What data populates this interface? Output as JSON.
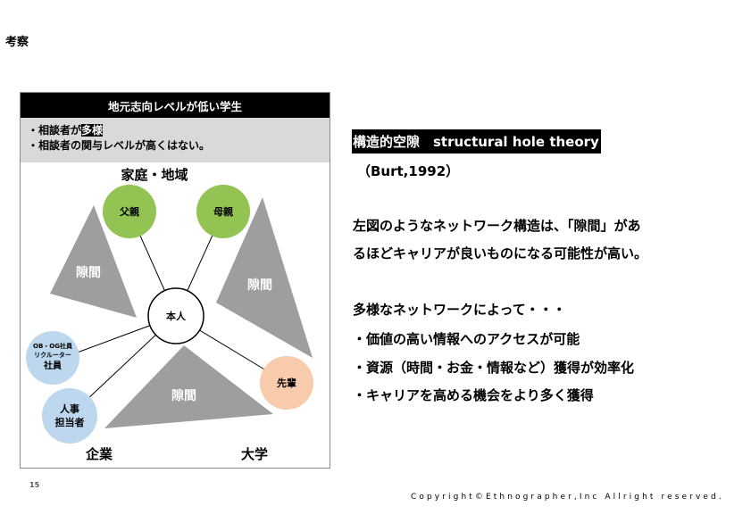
{
  "page": {
    "title": "考察",
    "page_number": "15",
    "copyright": "Copyright©Ethnographer,Inc Allright reserved."
  },
  "diagram": {
    "header": "地元志向レベルが低い学生",
    "bullet1_prefix": "・相談者が",
    "bullet1_highlight": "多様",
    "bullet2": "・相談者の関与レベルが高くはない。",
    "center": "本人",
    "region_family": "家庭・地域",
    "region_company": "企業",
    "region_university": "大学",
    "gap_label": "隙間",
    "nodes": {
      "father": "父親",
      "mother": "母親",
      "senpai": "先輩",
      "recruiter_line1": "OB・OG社員",
      "recruiter_line2": "リクルーター",
      "recruiter_line3": "社員",
      "hr_line1": "人事",
      "hr_line2": "担当者"
    },
    "colors": {
      "green": "#92c353",
      "blue": "#bdd7ee",
      "peach": "#f8cbad",
      "gap_gray": "#9e9e9e"
    }
  },
  "right": {
    "heading": "構造的空隙　structural hole theory",
    "citation": "（Burt,1992）",
    "para1_line1": "左図のようなネットワーク構造は、「隙間」があ",
    "para1_line2": "るほどキャリアが良いものになる可能性が高い。",
    "para2_line1": "多様なネットワークによって・・・",
    "bullet1": "・価値の高い情報へのアクセスが可能",
    "bullet2": "・資源（時間・お金・情報など）獲得が効率化",
    "bullet3": "・キャリアを高める機会をより多く獲得"
  }
}
